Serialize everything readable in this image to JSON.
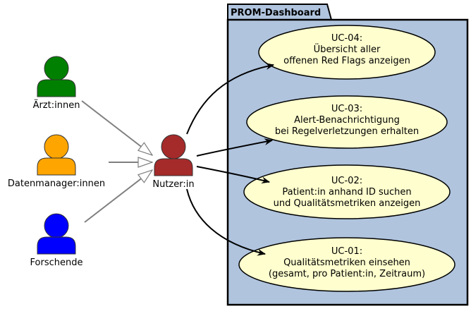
{
  "package": {
    "title": "PROM-Dashboard"
  },
  "actors": {
    "aerzte": {
      "label": "Ärzt:innen",
      "color": "#008000"
    },
    "daten": {
      "label": "Datenmanager:innen",
      "color": "#FFA500"
    },
    "forsch": {
      "label": "Forschende",
      "color": "#0000FF"
    },
    "nutzer": {
      "label": "Nutzer:in",
      "color": "#A52A2A"
    }
  },
  "use_cases": {
    "uc04": {
      "id": "UC-04:",
      "line1": "Übersicht aller",
      "line2": "offenen Red Flags anzeigen"
    },
    "uc03": {
      "id": "UC-03:",
      "line1": "Alert-Benachrichtigung",
      "line2": "bei Regelverletzungen erhalten"
    },
    "uc02": {
      "id": "UC-02:",
      "line1": "Patient:in anhand ID suchen",
      "line2": "und Qualitätsmetriken anzeigen"
    },
    "uc01": {
      "id": "UC-01:",
      "line1": "Qualitätsmetriken einsehen",
      "line2": "(gesamt, pro Patient:in, Zeitraum)"
    }
  },
  "colors": {
    "package_fill": "#B0C4DE",
    "usecase_fill": "#FEFECE",
    "generalization_line": "#808080"
  }
}
